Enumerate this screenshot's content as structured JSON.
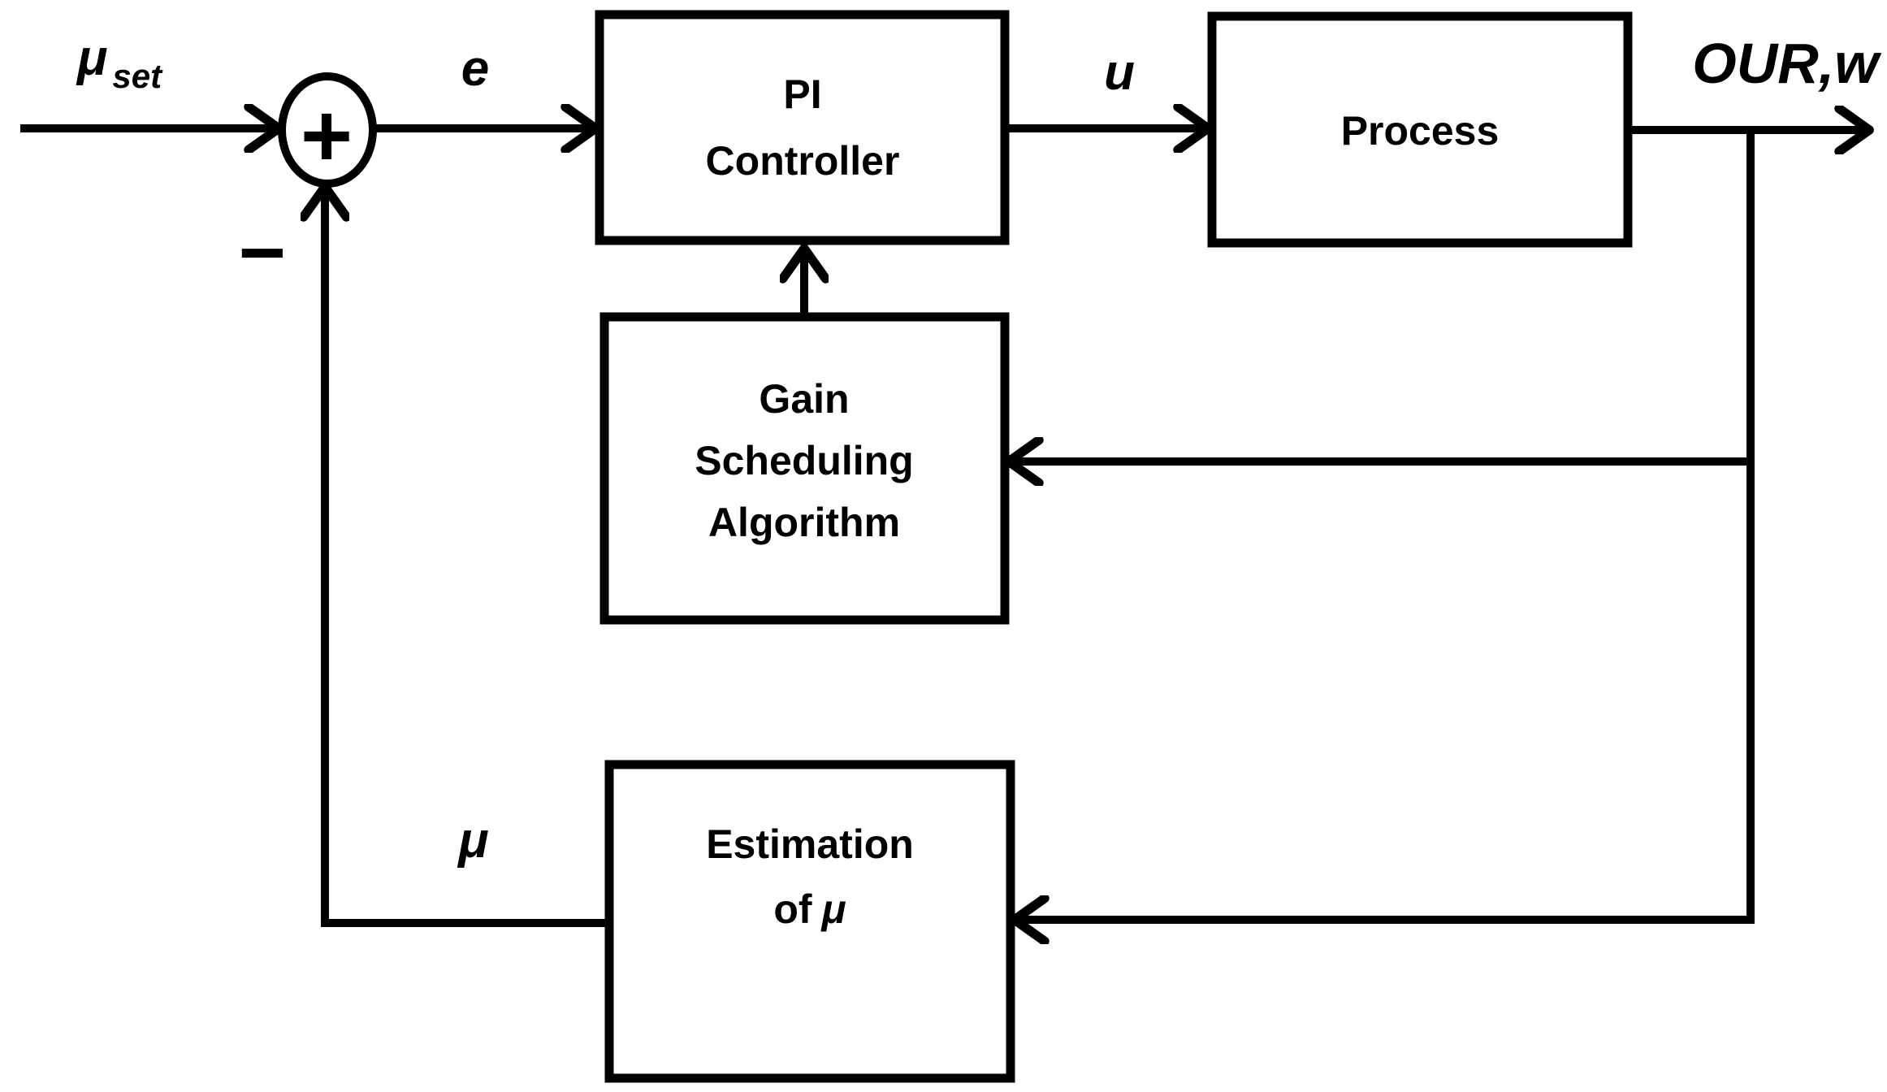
{
  "diagram": {
    "ink_color": "#000000",
    "background_color": "#ffffff",
    "signals": {
      "setpoint_symbol": "μ",
      "setpoint_subscript": "set",
      "error": "e",
      "control_input": "u",
      "output": "OUR,w",
      "estimated_growth_rate": "μ"
    },
    "summing_junction": {
      "plus": "+",
      "minus": "−"
    },
    "blocks": {
      "pi_controller": {
        "line1": "PI",
        "line2": "Controller"
      },
      "process": {
        "label": "Process"
      },
      "gain_scheduling": {
        "line1": "Gain",
        "line2": "Scheduling",
        "line3": "Algorithm"
      },
      "estimation": {
        "line1": "Estimation",
        "line2_prefix": "of",
        "line2_symbol": "μ"
      }
    }
  }
}
